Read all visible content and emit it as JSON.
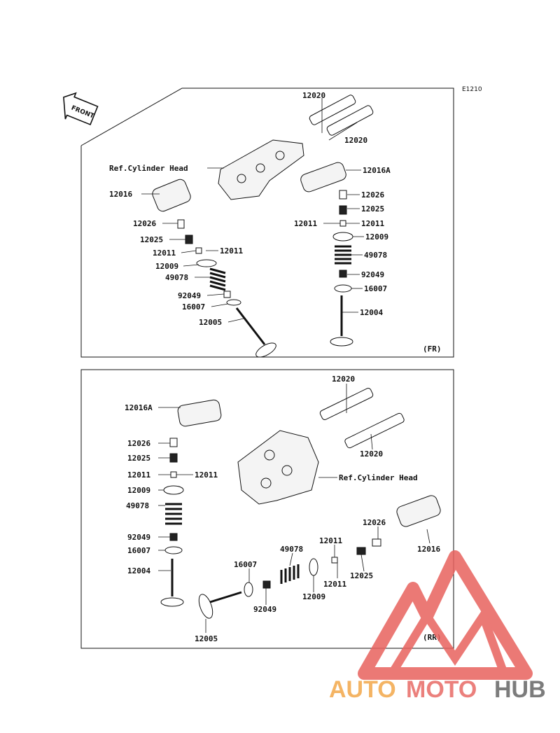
{
  "diagram_code": "E1210",
  "front_label": "FRONT",
  "fr": {
    "tag": "(FR)",
    "labels": [
      "12020",
      "12020",
      "Ref.Cylinder Head",
      "12016",
      "12016A",
      "12026",
      "12026",
      "12025",
      "12025",
      "12011",
      "12011",
      "12011",
      "12011",
      "12009",
      "12009",
      "49078",
      "49078",
      "92049",
      "92049",
      "16007",
      "16007",
      "12005",
      "12004"
    ]
  },
  "rr": {
    "tag": "(RR)",
    "labels": [
      "12020",
      "12020",
      "12016A",
      "12026",
      "12025",
      "12011",
      "12011",
      "Ref.Cylinder Head",
      "12009",
      "49078",
      "92049",
      "16007",
      "12004",
      "12026",
      "12016",
      "12011",
      "12011",
      "49078",
      "12025",
      "16007",
      "12009",
      "92049",
      "12005"
    ]
  },
  "watermark": {
    "part1": "AUTO",
    "part2": "MOTO",
    "part3": "HUB",
    "color1": "#f3a84a",
    "color2": "#e86a66",
    "color3": "#666666"
  }
}
